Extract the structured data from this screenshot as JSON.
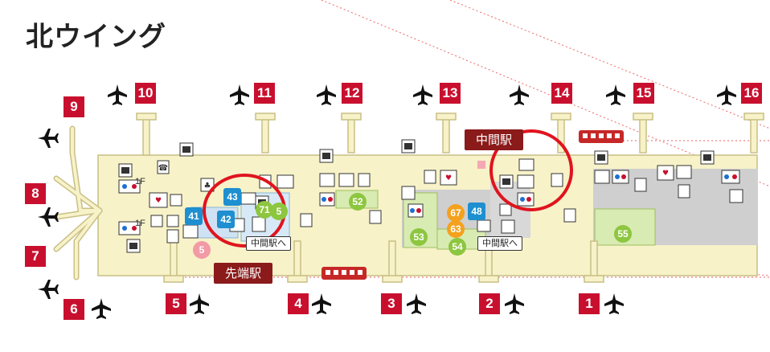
{
  "title": "北ウイング",
  "gates": [
    {
      "number": "9"
    },
    {
      "number": "10"
    },
    {
      "number": "11"
    },
    {
      "number": "12"
    },
    {
      "number": "13"
    },
    {
      "number": "14"
    },
    {
      "number": "15"
    },
    {
      "number": "16"
    },
    {
      "number": "8"
    },
    {
      "number": "7"
    },
    {
      "number": "6"
    },
    {
      "number": "5"
    },
    {
      "number": "4"
    },
    {
      "number": "3"
    },
    {
      "number": "2"
    },
    {
      "number": "1"
    }
  ],
  "stations": {
    "middle": "中間駅",
    "tip": "先端駅"
  },
  "directions": {
    "to_middle_1": "中間駅へ",
    "to_middle_2": "中間駅へ"
  },
  "floor_labels": {
    "upper": "1F",
    "lower": "1F"
  },
  "shops": {
    "s43": "43",
    "s41": "41",
    "s42": "42",
    "s71": "71",
    "s5a": "5",
    "s52": "52",
    "s53": "53",
    "s54": "54",
    "s55": "55",
    "s67": "67",
    "s63": "63",
    "s48": "48",
    "s5": "5"
  },
  "aed_label": "AED",
  "colors": {
    "gate_red": "#c8102e",
    "station_maroon": "#8b1a1a",
    "terminal_fill": "#f7f2c8",
    "pier_outline": "#c9bf86",
    "shop_green": "#8dc63f",
    "shop_orange": "#f4a11d",
    "shop_blue": "#1e8fd0",
    "highlight_circle": "#e0141e",
    "train": "#c62828"
  },
  "icons": [
    "airplane-icon",
    "telephone-icon",
    "restroom-icon",
    "coin-locker-icon",
    "aed-icon",
    "escalator-icon",
    "smoking-icon",
    "information-icon",
    "nursery-icon",
    "wheelchair-icon",
    "train-icon"
  ]
}
